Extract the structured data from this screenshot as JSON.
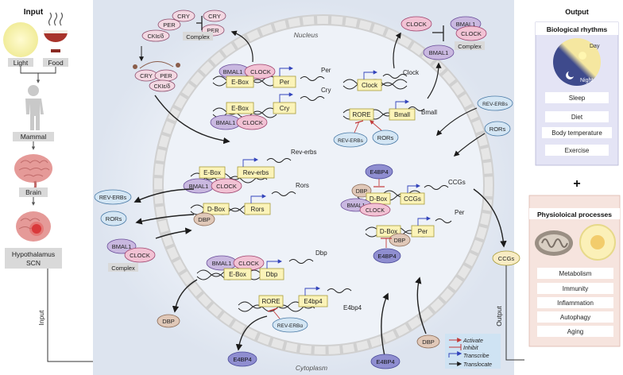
{
  "input": {
    "title": "Input",
    "light": "Light",
    "food": "Food",
    "mammal": "Mammal",
    "brain": "Brain",
    "hypothalamus": "Hypothalamus",
    "scn": "SCN",
    "arrow_label": "Input"
  },
  "center": {
    "nucleus": "Nucleus",
    "cytoplasm": "Cytoplasm",
    "cry": "CRY",
    "per": "PER",
    "cki": "CKIε/δ",
    "complex": "Complex",
    "bmal1": "BMAL1",
    "clock": "CLOCK",
    "ebox": "E-Box",
    "dbox": "D-Box",
    "rore": "RORE",
    "dbp": "DBP",
    "e4bp4": "E4BP4",
    "rev_erbs_prot": "REV-ERBs",
    "rev_erba_prot": "REV-ERBα",
    "rors_prot": "RORs",
    "ccgs_prot": "CCGs",
    "gene_per_box": "Per",
    "gene_cry_box": "Cry",
    "gene_per": "Per",
    "gene_cry": "Cry",
    "gene_reverbs_box": "Rev-erbs",
    "gene_reverbs": "Rev-erbs",
    "gene_rors_box": "Rors",
    "gene_rors": "Rors",
    "gene_dbp_box": "Dbp",
    "gene_dbp": "Dbp",
    "gene_e4bp4_box": "E4bp4",
    "gene_e4bp4": "E4bp4",
    "gene_clock_box": "Clock",
    "gene_clock": "Clock",
    "gene_bmal_box": "Bmall",
    "gene_bmal": "Bmall",
    "gene_ccgs_box": "CCGs",
    "gene_ccgs": "CCGs",
    "output_arrow": "Output"
  },
  "legend": {
    "activate": "Activate",
    "inhibit": "Inhibit",
    "transcribe": "Transcribe",
    "translocate": "Translocate"
  },
  "output": {
    "title": "Output",
    "bio_title": "Biological rhythms",
    "day": "Day",
    "night": "Night",
    "rhythms": [
      "Sleep",
      "Diet",
      "Body temperature",
      "Exercise"
    ],
    "plus": "+",
    "physio_title": "Physioloical processes",
    "processes": [
      "Metabolism",
      "Immunity",
      "Inflammation",
      "Autophagy",
      "Aging"
    ]
  },
  "colors": {
    "bmal1": "#c9b8e0",
    "clock": "#f2c2d4",
    "box": "#fbf3b8",
    "blue_prot": "#d4e6f4",
    "dbp": "#e0c8b8",
    "e4bp4": "#8f8ed0",
    "cell_bg": "#e9eef6",
    "membrane": "#d5d5d5",
    "legend_bg": "#cfe3f3",
    "bio_bg": "#e4e4f5",
    "physio_bg": "#f6e4de"
  }
}
